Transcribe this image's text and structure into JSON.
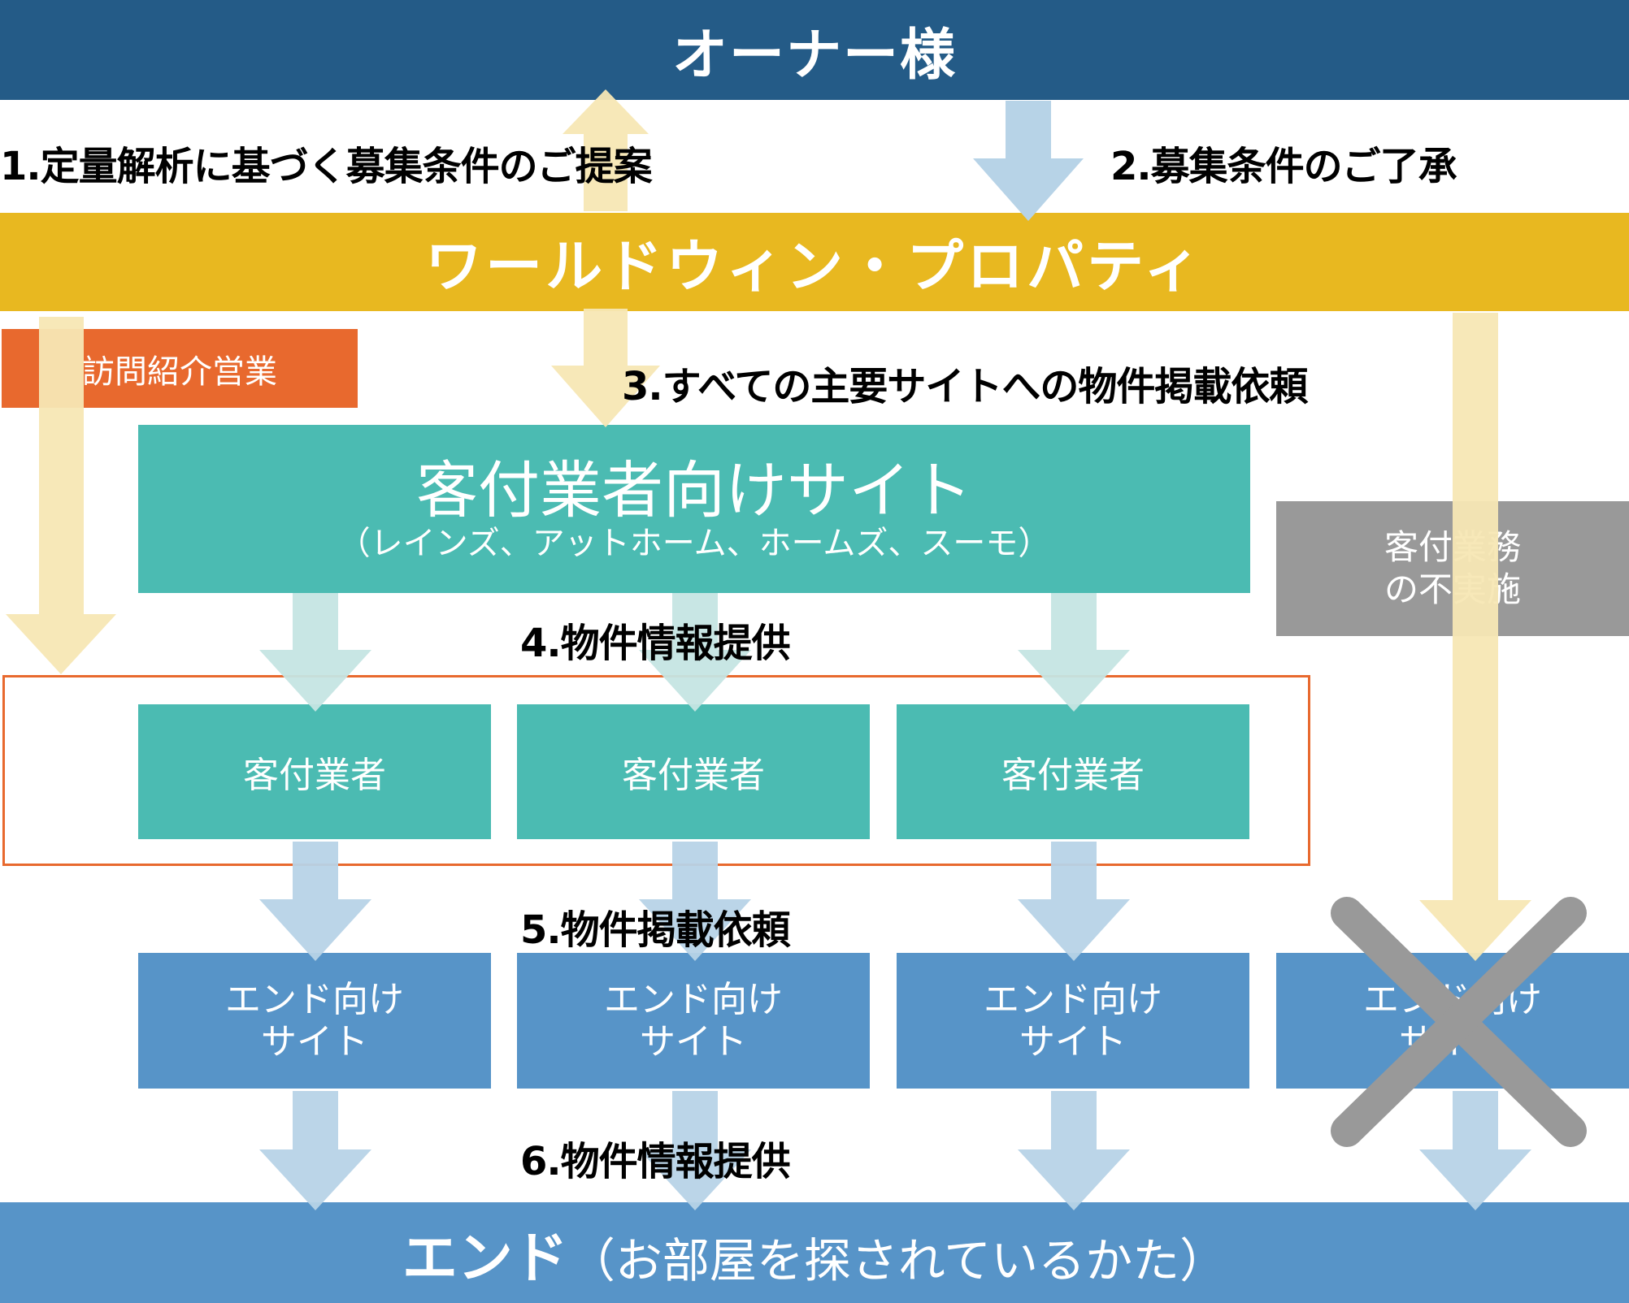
{
  "nodes": {
    "owner": "オーナー様",
    "company": "ワールドウィン・プロパティ",
    "visit_sales": "訪問紹介営業",
    "agent_site": {
      "title": "客付業者向けサイト",
      "subtitle": "（レインズ、アットホーム、ホームズ、スーモ）"
    },
    "no_agent_work": {
      "line1": "客付業務",
      "line2": "の不実施"
    },
    "agents": [
      "客付業者",
      "客付業者",
      "客付業者"
    ],
    "end_sites": [
      {
        "line1": "エンド向け",
        "line2": "サイト",
        "crossed": false
      },
      {
        "line1": "エンド向け",
        "line2": "サイト",
        "crossed": false
      },
      {
        "line1": "エンド向け",
        "line2": "サイト",
        "crossed": false
      },
      {
        "line1": "エンド向け",
        "line2": "サイト",
        "crossed": true
      }
    ],
    "end": {
      "main": "エンド",
      "sub": "（お部屋を探されているかた）"
    }
  },
  "steps": [
    "1.定量解析に基づく募集条件のご提案",
    "2.募集条件のご了承",
    "3.すべての主要サイトへの物件掲載依頼",
    "4.物件情報提供",
    "5.物件掲載依頼",
    "6.物件情報提供"
  ],
  "colors": {
    "owner": "#245b87",
    "company": "#e8b820",
    "visit_sales": "#e8692e",
    "teal": "#4bbbb2",
    "gray": "#999999",
    "blue": "#5794c8",
    "arrow_yellow": "#f7e7b4",
    "arrow_teal": "#c5e5e3",
    "arrow_blue": "#b7d3e7",
    "cross": "#999999"
  }
}
